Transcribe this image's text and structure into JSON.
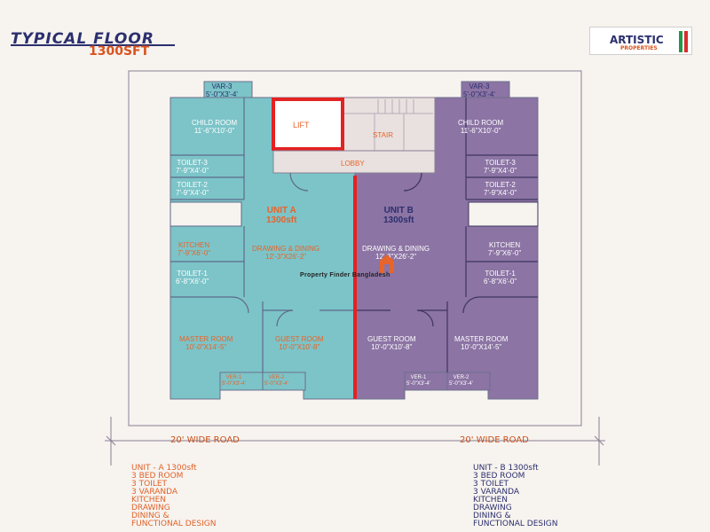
{
  "header": {
    "title": "TYPICAL FLOOR",
    "area": "1300SFT"
  },
  "logo": {
    "brand": "ARTISTIC",
    "tagline": "PROPERTIES"
  },
  "colors": {
    "unit_a": "#7cc4c8",
    "unit_b": "#8c74a4",
    "accent": "#e7642a",
    "wall": "#8a7f95",
    "red_line": "#e32222",
    "lift": "#e32222"
  },
  "plan": {
    "lift": "LIFT",
    "stair": "STAIR",
    "lobby": "LOBBY",
    "watermark": "Property Finder Bangladesh",
    "unit_a": {
      "title": "UNIT A",
      "area": "1300sft",
      "var3": {
        "name": "VAR-3",
        "dim": "5'-0\"X3'-4'"
      },
      "child_room": {
        "name": "CHILD ROOM",
        "dim": "11'-6\"X10'-0\""
      },
      "toilet3": {
        "name": "TOILET-3",
        "dim": "7'-9\"X4'-0\""
      },
      "toilet2": {
        "name": "TOILET-2",
        "dim": "7'-9\"X4'-0\""
      },
      "kitchen": {
        "name": "KITCHEN",
        "dim": "7'-9\"X6'-0\""
      },
      "toilet1": {
        "name": "TOILET-1",
        "dim": "6'-8\"X6'-0\""
      },
      "drawing_dining": {
        "name": "DRAWING & DINING",
        "dim": "12'-3\"X26'-2\""
      },
      "master_room": {
        "name": "MASTER ROOM",
        "dim": "10'-0\"X14'-5\""
      },
      "guest_room": {
        "name": "GUEST ROOM",
        "dim": "10'-0\"X10'-8\""
      },
      "ver1": {
        "name": "VER-1",
        "dim": "5'-0\"X3'-4'"
      },
      "ver2": {
        "name": "VER-2",
        "dim": "5'-0\"X3'-4'"
      }
    },
    "unit_b": {
      "title": "UNIT B",
      "area": "1300sft",
      "var3": {
        "name": "VAR-3",
        "dim": "5'-0\"X3'-4'"
      },
      "child_room": {
        "name": "CHILD ROOM",
        "dim": "11'-6\"X10'-0\""
      },
      "toilet3": {
        "name": "TOILET-3",
        "dim": "7'-9\"X4'-0\""
      },
      "toilet2": {
        "name": "TOILET-2",
        "dim": "7'-9\"X4'-0\""
      },
      "kitchen": {
        "name": "KITCHEN",
        "dim": "7'-9\"X6'-0\""
      },
      "toilet1": {
        "name": "TOILET-1",
        "dim": "6'-8\"X6'-0\""
      },
      "drawing_dining": {
        "name": "DRAWING & DINING",
        "dim": "12'-3\"X26'-2\""
      },
      "master_room": {
        "name": "MASTER ROOM",
        "dim": "10'-0\"X14'-5\""
      },
      "guest_room": {
        "name": "GUEST ROOM",
        "dim": "10'-0\"X10'-8\""
      },
      "ver1": {
        "name": "VER-1",
        "dim": "5'-0\"X3'-4'"
      },
      "ver2": {
        "name": "VER-2",
        "dim": "5'-0\"X3'-4'"
      }
    }
  },
  "roads": {
    "left": "20' WIDE ROAD",
    "right": "20' WIDE ROAD"
  },
  "features": {
    "unit_a": [
      "UNIT - A  1300sft",
      "3 BED ROOM",
      "3 TOILET",
      "3 VARANDA",
      "KITCHEN",
      "DRAWING",
      "DINING &",
      "FUNCTIONAL  DESIGN"
    ],
    "unit_b": [
      "UNIT - B  1300sft",
      "3 BED ROOM",
      "3 TOILET",
      "3 VARANDA",
      "KITCHEN",
      "DRAWING",
      "DINING &",
      "FUNCTIONAL  DESIGN"
    ]
  }
}
